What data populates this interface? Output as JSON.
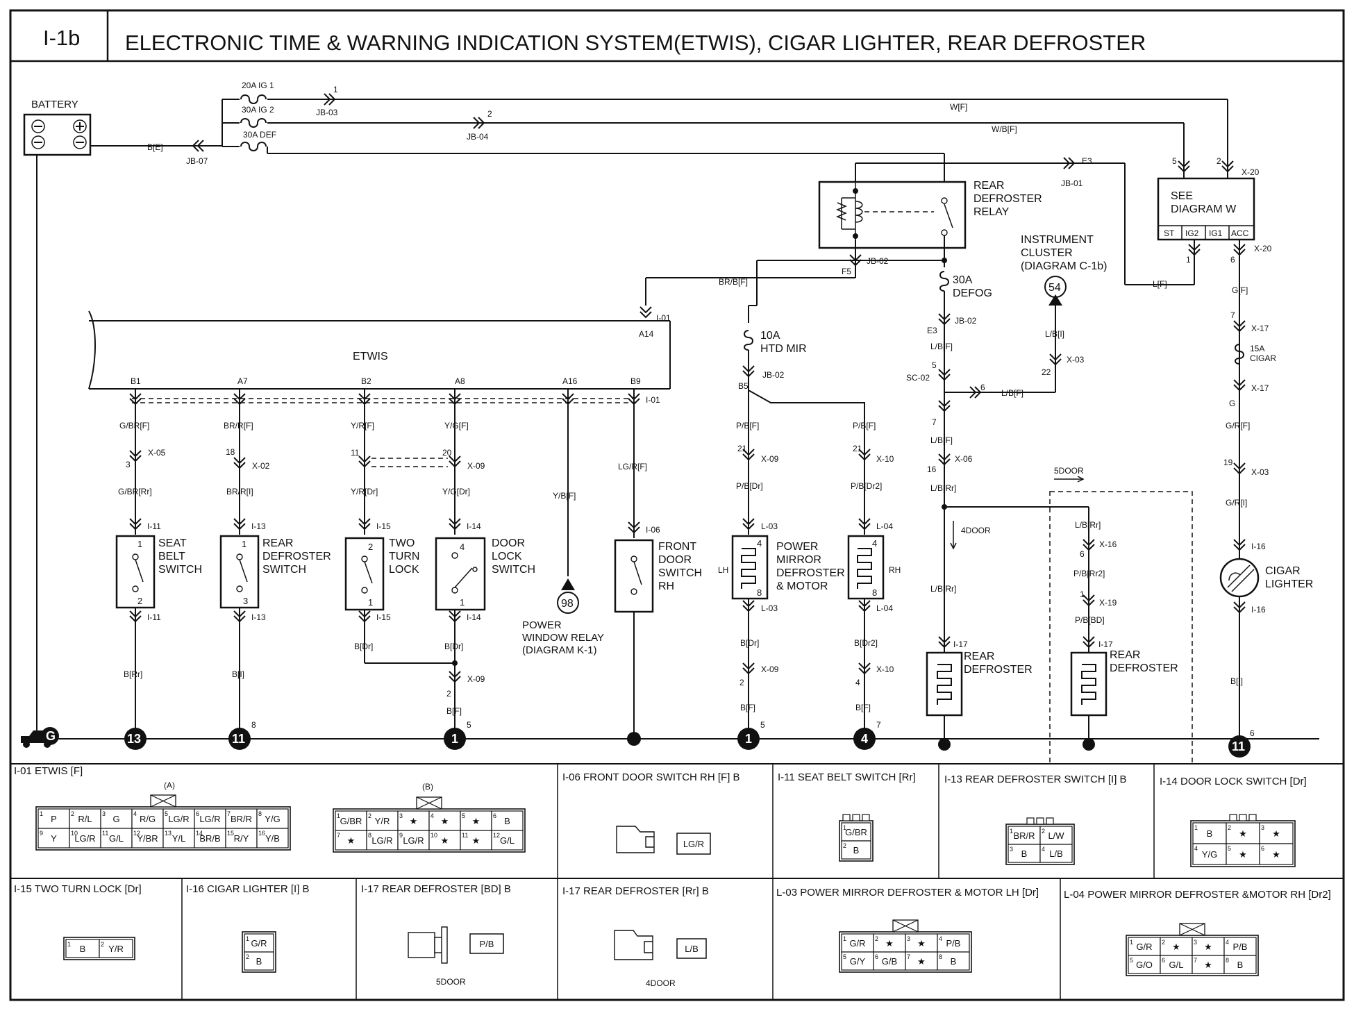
{
  "header": {
    "code": "I-1b",
    "title": "ELECTRONIC TIME & WARNING INDICATION SYSTEM(ETWIS), CIGAR LIGHTER, REAR DEFROSTER"
  },
  "power": {
    "battery": "BATTERY",
    "fuse_ig1": "20A IG 1",
    "fuse_ig2": "30A IG 2",
    "fuse_def": "30A DEF",
    "jb03": "JB-03",
    "jb04": "JB-04",
    "jb07": "JB-07",
    "pin1": "1",
    "pin2": "2",
    "wire_be": "B[E]",
    "wire_wf": "W[F]",
    "wire_wbf": "W/B[F]",
    "e3": "E3",
    "jb01": "JB-01"
  },
  "relay": {
    "label": "REAR\nDEFROSTER\nRELAY",
    "f5": "F5",
    "jb02": "JB-02",
    "fuse_defog": "30A\nDEFOG",
    "e3": "E3",
    "jb02b": "JB-02",
    "wire_lbf": "L/B[F]",
    "sc02": "SC-02",
    "p5": "5",
    "p6": "6",
    "p7": "7",
    "wire_lbf_out": "L/B[F]",
    "wire_lbf2": "L/B[F]",
    "x06": "X-06",
    "p16": "16",
    "wire_lbrr": "L/B[Rr]",
    "four_door": "4DOOR",
    "wire_lbrr2": "L/B[Rr]",
    "i17": "I-17",
    "defroster": "REAR\nDEFROSTER"
  },
  "five_door": {
    "label": "5DOOR",
    "wire1": "L/B[Rr]",
    "p6": "6",
    "x16": "X-16",
    "wire2": "P/B[Rr2]",
    "p1": "1",
    "x19": "X-19",
    "wire3": "P/B[BD]",
    "i17": "I-17",
    "defroster": "REAR\nDEFROSTER"
  },
  "cluster": {
    "label": "INSTRUMENT\nCLUSTER\n(DIAGRAM C-1b)",
    "ref": "54",
    "wire_lbi": "L/B[I]",
    "x03": "X-03",
    "p22": "22"
  },
  "ignition": {
    "see": "SEE\nDIAGRAM W",
    "st": "ST",
    "ig2": "IG2",
    "ig1": "IG1",
    "acc": "ACC",
    "p5": "5",
    "p2": "2",
    "x20": "X-20",
    "p1": "1",
    "p6": "6",
    "x20b": "X-20",
    "wire_lf": "L[F]",
    "wire_gf": "G[F]",
    "p7": "7",
    "x17": "X-17",
    "fuse_cigar": "15A\nCIGAR",
    "x17b": "X-17",
    "g": "G",
    "wire_grf": "G/R[F]",
    "p19": "19",
    "x03": "X-03",
    "wire_gri": "G/R[I]",
    "i16": "I-16",
    "cigar": "CIGAR\nLIGHTER",
    "i16b": "I-16",
    "wire_bi": "B[I]",
    "ground": "11",
    "gpin": "6"
  },
  "etwis": {
    "label": "ETWIS",
    "a14": "A14",
    "i01": "I-01",
    "wire_brbf": "BR/B[F]",
    "pins": [
      "B1",
      "A7",
      "B2",
      "A8",
      "A16",
      "B9"
    ],
    "i01b": "I-01"
  },
  "seat": {
    "w1": "G/BR[F]",
    "x": "X-05",
    "p": "3",
    "w2": "G/BR[Rr]",
    "c1": "I-11",
    "label": "SEAT\nBELT\nSWITCH",
    "c2": "I-11",
    "pa": "1",
    "pb": "2",
    "w3": "B[Rr]",
    "ground": "13"
  },
  "rdsw": {
    "w1": "BR/R[F]",
    "x": "X-02",
    "p": "18",
    "w2": "BR/R[I]",
    "c1": "I-13",
    "label": "REAR\nDEFROSTER\nSWITCH",
    "c2": "I-13",
    "pa": "1",
    "pb": "3",
    "w3": "B[I]",
    "ground": "11",
    "gpin": "8"
  },
  "twoturn": {
    "w1": "Y/R[F]",
    "p": "11",
    "w2": "Y/R[Dr]",
    "c1": "I-15",
    "label": "TWO\nTURN\nLOCK",
    "c2": "I-15",
    "pa": "2",
    "pb": "1",
    "w3": "B[Dr]"
  },
  "doorlock": {
    "w1": "Y/G[F]",
    "x": "X-09",
    "p": "20",
    "w2": "Y/G[Dr]",
    "c1": "I-14",
    "label": "DOOR\nLOCK\nSWITCH",
    "c2": "I-14",
    "pa": "4",
    "pb": "1",
    "w3": "B[Dr]",
    "x2": "X-09",
    "p2": "2",
    "w4": "B[F]",
    "ground": "1",
    "gpin": "5"
  },
  "pwr_relay": {
    "w1": "Y/B[F]",
    "ref": "98",
    "label": "POWER\nWINDOW RELAY\n(DIAGRAM K-1)"
  },
  "frontdoor": {
    "w1": "LG/R[F]",
    "c1": "I-06",
    "label": "FRONT\nDOOR\nSWITCH\nRH"
  },
  "mirror": {
    "fuse": "10A\nHTD MIR",
    "jb02": "JB-02",
    "b5": "B5",
    "lw1": "P/B[F]",
    "lp": "21",
    "lx": "X-09",
    "lw2": "P/B[Dr]",
    "lc1": "L-03",
    "lp4": "4",
    "lh": "LH",
    "lp8": "8",
    "lc2": "L-03",
    "lw3": "B[Dr]",
    "lx2": "X-09",
    "lp2": "2",
    "lw4": "B[F]",
    "lground": "1",
    "lgpin": "5",
    "label": "POWER\nMIRROR\nDEFROSTER\n& MOTOR",
    "rw1": "P/B[F]",
    "rp": "21",
    "rx": "X-10",
    "rw2": "P/B[Dr2]",
    "rc1": "L-04",
    "rp4": "4",
    "rh": "RH",
    "rp8": "8",
    "rc2": "L-04",
    "rw3": "B[Dr2]",
    "rx2": "X-10",
    "rp2": "4",
    "rw4": "B[F]",
    "rground": "4",
    "rgpin": "7"
  },
  "ground_g": "G",
  "connectors": {
    "i01": {
      "title": "I-01 ETWIS [F]",
      "a_label": "(A)",
      "a_nums": [
        "1",
        "2",
        "3",
        "4",
        "5",
        "6",
        "7",
        "8",
        "9",
        "10",
        "11",
        "12",
        "13",
        "14",
        "15",
        "16"
      ],
      "a_cells": [
        "P",
        "R/L",
        "G",
        "R/G",
        "LG/R",
        "LG/R",
        "BR/R",
        "Y/G",
        "Y",
        "LG/R",
        "G/L",
        "Y/BR",
        "Y/L",
        "BR/B",
        "R/Y",
        "Y/B"
      ],
      "b_label": "(B)",
      "b_nums": [
        "1",
        "2",
        "3",
        "4",
        "5",
        "6",
        "7",
        "8",
        "9",
        "10",
        "11",
        "12"
      ],
      "b_cells": [
        "G/BR",
        "Y/R",
        "★",
        "★",
        "★",
        "B",
        "★",
        "LG/R",
        "LG/R",
        "★",
        "★",
        "G/L"
      ]
    },
    "i06": {
      "title": "I-06 FRONT DOOR SWITCH RH [F] B",
      "cell": "LG/R"
    },
    "i11": {
      "title": "I-11 SEAT BELT SWITCH [Rr]",
      "cells": [
        "G/BR",
        "B"
      ],
      "nums": [
        "1",
        "2"
      ]
    },
    "i13": {
      "title": "I-13 REAR DEFROSTER SWITCH [I] B",
      "cells": [
        "BR/R",
        "L/W",
        "B",
        "L/B"
      ],
      "nums": [
        "1",
        "2",
        "3",
        "4"
      ]
    },
    "i14": {
      "title": "I-14 DOOR LOCK SWITCH [Dr]",
      "cells": [
        "B",
        "★",
        "★",
        "Y/G",
        "★",
        "★"
      ],
      "nums": [
        "1",
        "2",
        "3",
        "4",
        "5",
        "6"
      ]
    },
    "i15": {
      "title": "I-15 TWO TURN LOCK [Dr]",
      "cells": [
        "B",
        "Y/R"
      ],
      "nums": [
        "1",
        "2"
      ]
    },
    "i16": {
      "title": "I-16 CIGAR LIGHTER [I] B",
      "cells": [
        "G/R",
        "B"
      ],
      "nums": [
        "1",
        "2"
      ]
    },
    "i17bd": {
      "title": "I-17 REAR DEFROSTER [BD] B",
      "cell": "P/B",
      "note": "5DOOR"
    },
    "i17rr": {
      "title": "I-17 REAR DEFROSTER [Rr] B",
      "cell": "L/B",
      "note": "4DOOR"
    },
    "l03": {
      "title": "L-03 POWER MIRROR DEFROSTER & MOTOR LH [Dr]",
      "cells": [
        "G/R",
        "★",
        "★",
        "P/B",
        "G/Y",
        "G/B",
        "★",
        "B"
      ],
      "nums": [
        "1",
        "2",
        "3",
        "4",
        "5",
        "6",
        "7",
        "8"
      ]
    },
    "l04": {
      "title": "L-04 POWER MIRROR DEFROSTER &MOTOR RH [Dr2]",
      "cells": [
        "G/R",
        "★",
        "★",
        "P/B",
        "G/O",
        "G/L",
        "★",
        "B"
      ],
      "nums": [
        "1",
        "2",
        "3",
        "4",
        "5",
        "6",
        "7",
        "8"
      ]
    }
  }
}
